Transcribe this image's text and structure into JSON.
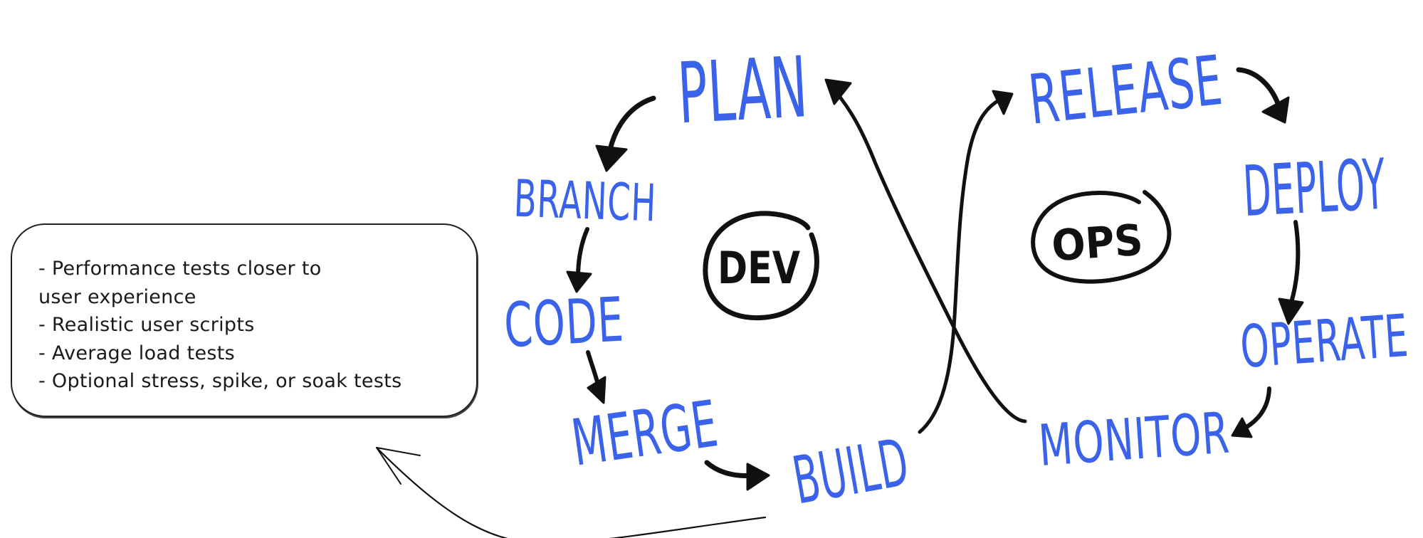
{
  "note": {
    "lines": [
      "- Performance tests closer to",
      "user experience",
      "- Realistic user scripts",
      "- Average load tests",
      "- Optional stress, spike, or soak tests"
    ]
  },
  "dev": {
    "hub_label": "DEV",
    "stages": [
      "PLAN",
      "BRANCH",
      "CODE",
      "MERGE",
      "BUILD"
    ]
  },
  "ops": {
    "hub_label": "OPS",
    "stages": [
      "RELEASE",
      "DEPLOY",
      "OPERATE",
      "MONITOR"
    ]
  },
  "colors": {
    "stage_text": "#3b63ea",
    "ink": "#111111",
    "background": "#ffffff"
  }
}
